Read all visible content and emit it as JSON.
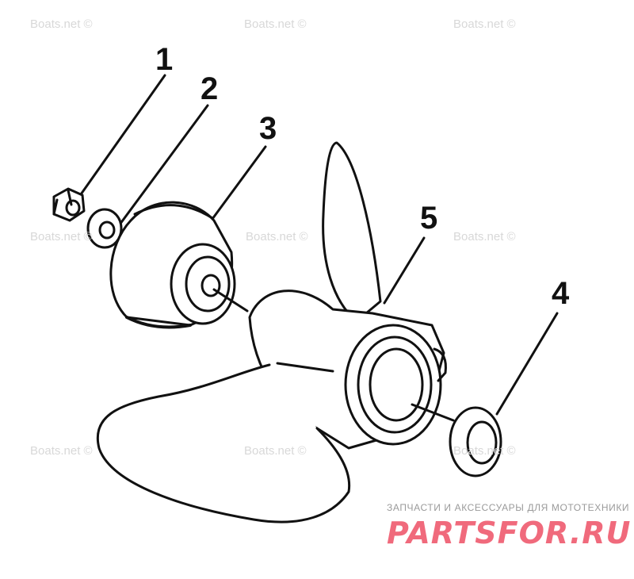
{
  "callouts": [
    "1",
    "2",
    "3",
    "4",
    "5"
  ],
  "watermark": "Boats.net ©",
  "branding": {
    "tagline": "ЗАПЧАСТИ И АКСЕССУАРЫ ДЛЯ МОТОТЕХНИКИ",
    "logo": "PARTSFOR.RU",
    "logo_color": "#f06a7c"
  }
}
